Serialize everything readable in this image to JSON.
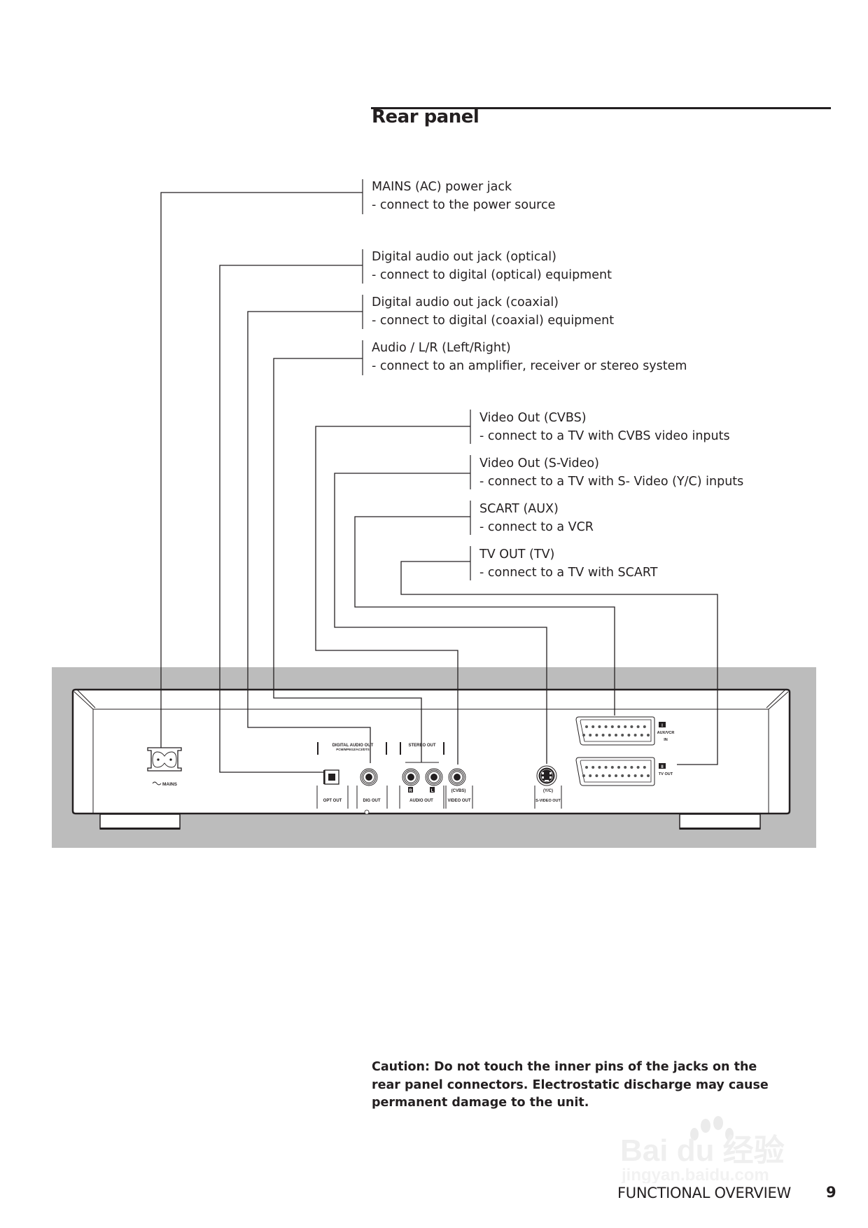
{
  "page": {
    "title": "Rear panel",
    "section_footer": "FUNCTIONAL OVERVIEW",
    "page_number": "9"
  },
  "callouts": [
    {
      "id": "mains",
      "title": "MAINS (AC) power jack",
      "description": "- connect to the power source"
    },
    {
      "id": "optical",
      "title": "Digital audio out jack (optical)",
      "description": "- connect to digital (optical) equipment"
    },
    {
      "id": "coaxial",
      "title": "Digital audio out jack (coaxial)",
      "description": "- connect to digital (coaxial) equipment"
    },
    {
      "id": "audio",
      "title": "Audio / L/R (Left/Right)",
      "description": "- connect to an amplifier, receiver or stereo system"
    },
    {
      "id": "cvbs",
      "title": "Video Out (CVBS)",
      "description": "- connect to a TV with CVBS video inputs"
    },
    {
      "id": "svideo",
      "title": "Video Out (S-Video)",
      "description": "- connect to a TV with S- Video (Y/C) inputs"
    },
    {
      "id": "scart-aux",
      "title": "SCART (AUX)",
      "description": "- connect to a VCR"
    },
    {
      "id": "tv-out",
      "title": "TV OUT (TV)",
      "description": "- connect to a TV with SCART"
    }
  ],
  "panel": {
    "mains_label": "MAINS",
    "mains_symbol": "~",
    "digital_audio_out_header": "DIGITAL AUDIO OUT",
    "digital_audio_out_sub": "PCM/MPEG2/AC3/DTS",
    "stereo_out_header": "STEREO OUT",
    "opt_out_label": "OPT OUT",
    "dig_out_label": "DIG OUT",
    "audio_out_label": "AUDIO OUT",
    "right_badge": "R",
    "left_badge": "L",
    "cvbs_label": "(CVBS)",
    "video_out_label": "VIDEO OUT",
    "yc_label": "(Y/C)",
    "svideo_out_label": "S-VIDEO OUT",
    "scart1_badge": "I",
    "scart1_label_1": "AUX/VCR",
    "scart1_label_2": "IN",
    "scart2_badge": "II",
    "scart2_label": "TV OUT"
  },
  "caution": "Caution: Do not touch the inner pins of the jacks on the rear panel connectors. Electrostatic discharge may cause permanent damage to the unit.",
  "watermark": {
    "brand": "Bai du 经验",
    "url": "jingyan.baidu.com"
  },
  "colors": {
    "ink": "#231f20",
    "panel_bg": "#bcbcbc"
  }
}
